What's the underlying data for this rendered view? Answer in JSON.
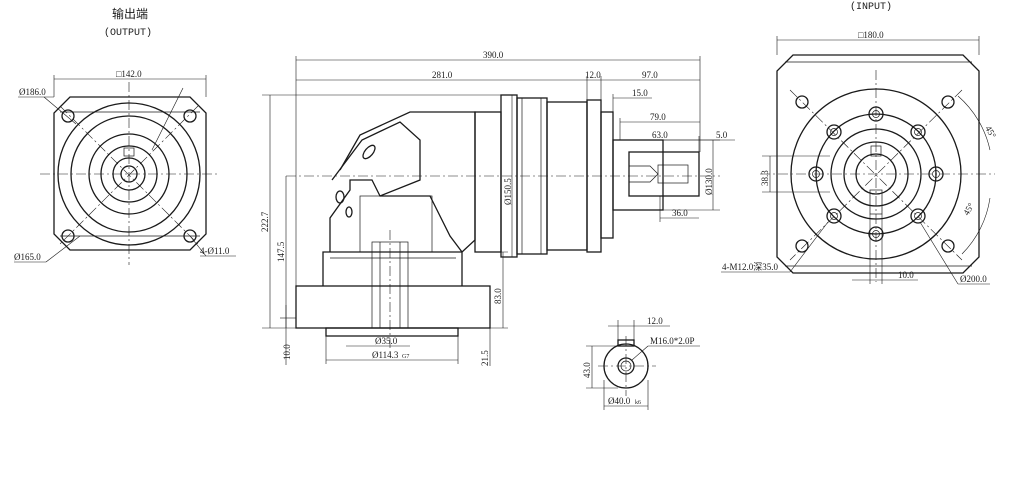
{
  "views": {
    "output_title": "输出端",
    "output_subtitle": "(OUTPUT)",
    "input_subtitle": "(INPUT)"
  },
  "dimensions": {
    "out_square": "□142.0",
    "out_dia186": "Ø186.0",
    "out_pcd": "Ø165.0",
    "out_holes": "4-Ø11.0",
    "total_length": "390.0",
    "len281": "281.0",
    "len12": "12.0",
    "len97": "97.0",
    "len15": "15.0",
    "len79": "79.0",
    "len63": "63.0",
    "len5": "5.0",
    "len36": "36.0",
    "dia150": "Ø150.5",
    "dia130": "Ø130.0",
    "h222": "222.7",
    "h147": "147.5",
    "h83": "83.0",
    "h10": "10.0",
    "h21": "21.5",
    "dia35": "Ø35.0",
    "dia114": "Ø114.3",
    "dia114_tol": "G7",
    "in_square": "□180.0",
    "in_h38": "38.3",
    "in_angle1": "45°",
    "in_angle2": "45°",
    "in_w10": "10.0",
    "in_threads": "4-M12.0深35.0",
    "in_pcd": "Ø200.0",
    "shaft_key": "12.0",
    "shaft_thread": "M16.0*2.0P",
    "shaft_h": "43.0",
    "shaft_dia": "Ø40.0",
    "shaft_dia_tol": "k6"
  }
}
